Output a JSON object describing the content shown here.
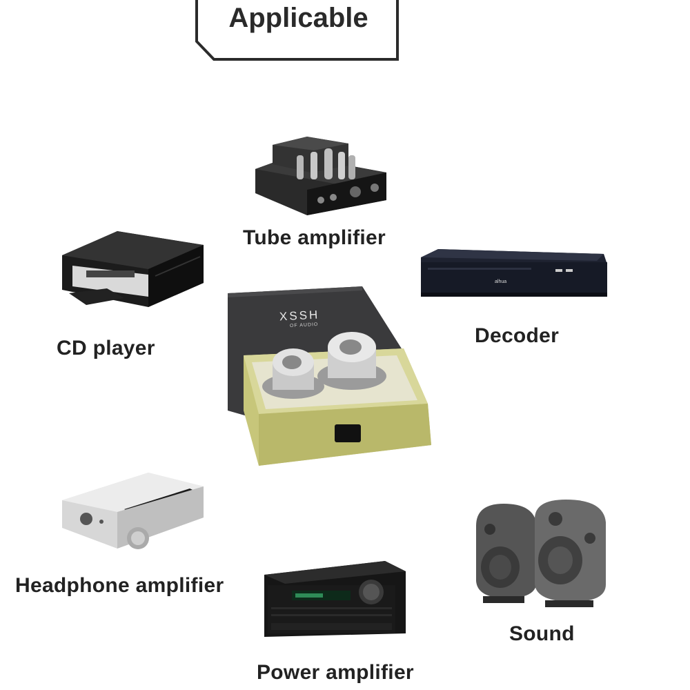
{
  "header": {
    "title": "Applicable"
  },
  "product": {
    "box_brand": "XSSH",
    "box_subtitle": "OF AUDIO"
  },
  "devices": {
    "tube_amplifier": "Tube amplifier",
    "cd_player": "CD player",
    "decoder": "Decoder",
    "headphone_amplifier": "Headphone amplifier",
    "power_amplifier": "Power amplifier",
    "sound": "Sound"
  }
}
